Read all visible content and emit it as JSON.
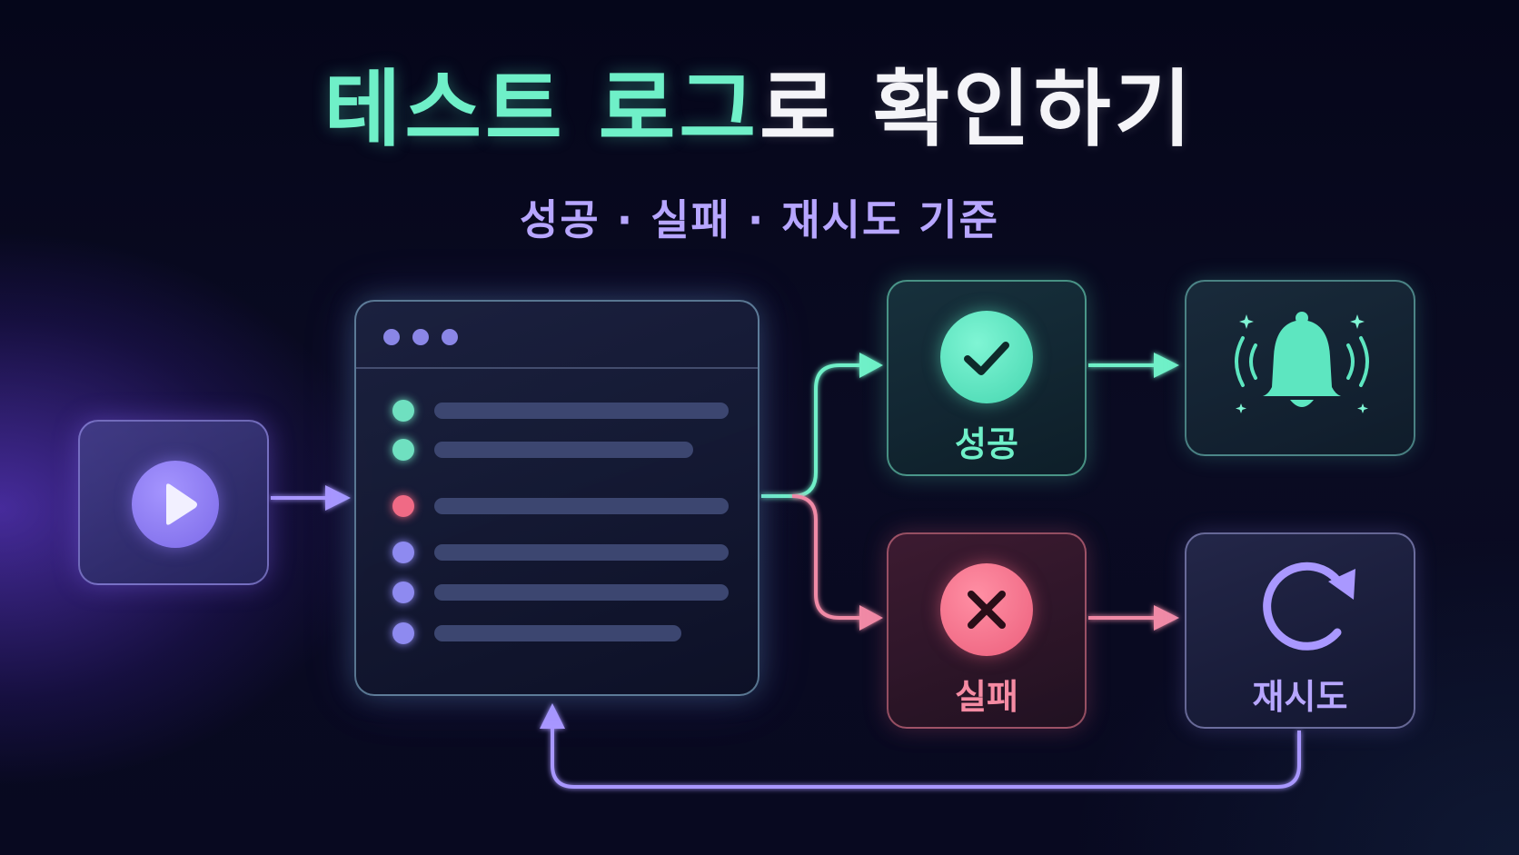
{
  "title": {
    "accent": "테스트 로그",
    "main": "로 확인하기"
  },
  "subtitle": "성공 · 실패 · 재시도 기준",
  "nodes": {
    "start": {
      "icon": "play-icon"
    },
    "log": {
      "window_dots": [
        "#8a86e6",
        "#8a86e6",
        "#8a86e6"
      ],
      "rows": [
        {
          "status": "success",
          "color": "#6fe0c0",
          "fill": 1.0
        },
        {
          "status": "success",
          "color": "#6fe0c0",
          "fill": 0.88
        },
        {
          "status": "fail",
          "color": "#f06a85",
          "fill": 1.0
        },
        {
          "status": "pending",
          "color": "#8e8af0",
          "fill": 1.0
        },
        {
          "status": "pending",
          "color": "#8e8af0",
          "fill": 1.0
        },
        {
          "status": "pending",
          "color": "#8e8af0",
          "fill": 0.84
        }
      ]
    },
    "success": {
      "label": "성공",
      "icon": "check-icon",
      "color": "#5de6c0"
    },
    "fail": {
      "label": "실패",
      "icon": "x-icon",
      "color": "#f06f88"
    },
    "notify": {
      "icon": "bell-icon",
      "color": "#5de6c0"
    },
    "retry": {
      "label": "재시도",
      "icon": "refresh-icon",
      "color": "#b7a6ff"
    }
  },
  "colors": {
    "accent_green": "#6ff0c8",
    "accent_pink": "#f08aa6",
    "accent_purple": "#a998ff"
  }
}
